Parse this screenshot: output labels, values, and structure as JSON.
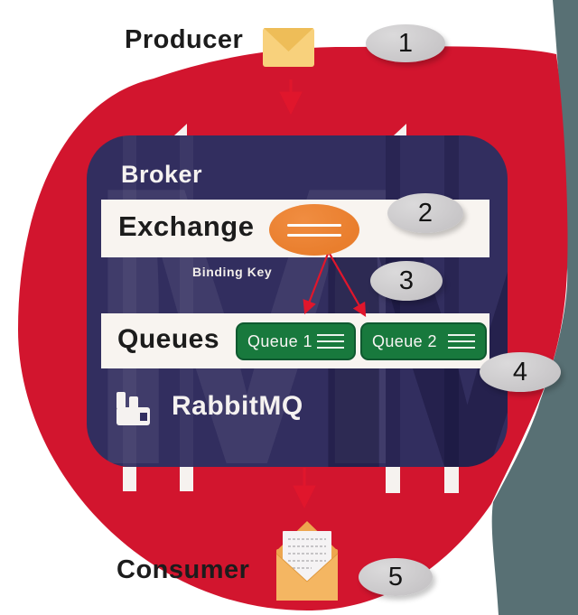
{
  "labels": {
    "producer": "Producer",
    "consumer": "Consumer"
  },
  "broker": {
    "title": "Broker",
    "exchange_label": "Exchange",
    "binding_key_label": "Binding Key",
    "queues_label": "Queues",
    "queues": [
      {
        "label": "Queue 1"
      },
      {
        "label": "Queue 2"
      }
    ],
    "brand": "RabbitMQ"
  },
  "steps": [
    {
      "label": "1"
    },
    {
      "label": "2"
    },
    {
      "label": "3"
    },
    {
      "label": "4"
    },
    {
      "label": "5"
    }
  ],
  "watermark": {
    "letter": "M"
  },
  "icons": {
    "producer_message": "closed-envelope-icon",
    "consumer_message": "open-envelope-icon",
    "exchange_node": "exchange-ellipse-icon",
    "queue_rows": "queue-lines-icon",
    "brand_logo": "rabbitmq-logo-icon",
    "flow_arrows": "red-arrow-icon"
  },
  "colors": {
    "circle_red": "#d2152e",
    "panel_navy": "#322e5f",
    "band_offwhite": "#f8f4f0",
    "exchange_orange": "#e97e2d",
    "queue_green": "#18793d",
    "queue_green_border": "#0f5930",
    "badge_gray": "#c7c5c7",
    "arrow_red": "#e0162c",
    "envelope_yellow": "#f8d17c",
    "envelope_flap": "#eebd58",
    "open_envelope_orange": "#eda64f",
    "open_envelope_front": "#f4b662",
    "teal_edge": "#587074",
    "text_dark": "#1c1c1c",
    "text_light": "#f5f2f0"
  }
}
